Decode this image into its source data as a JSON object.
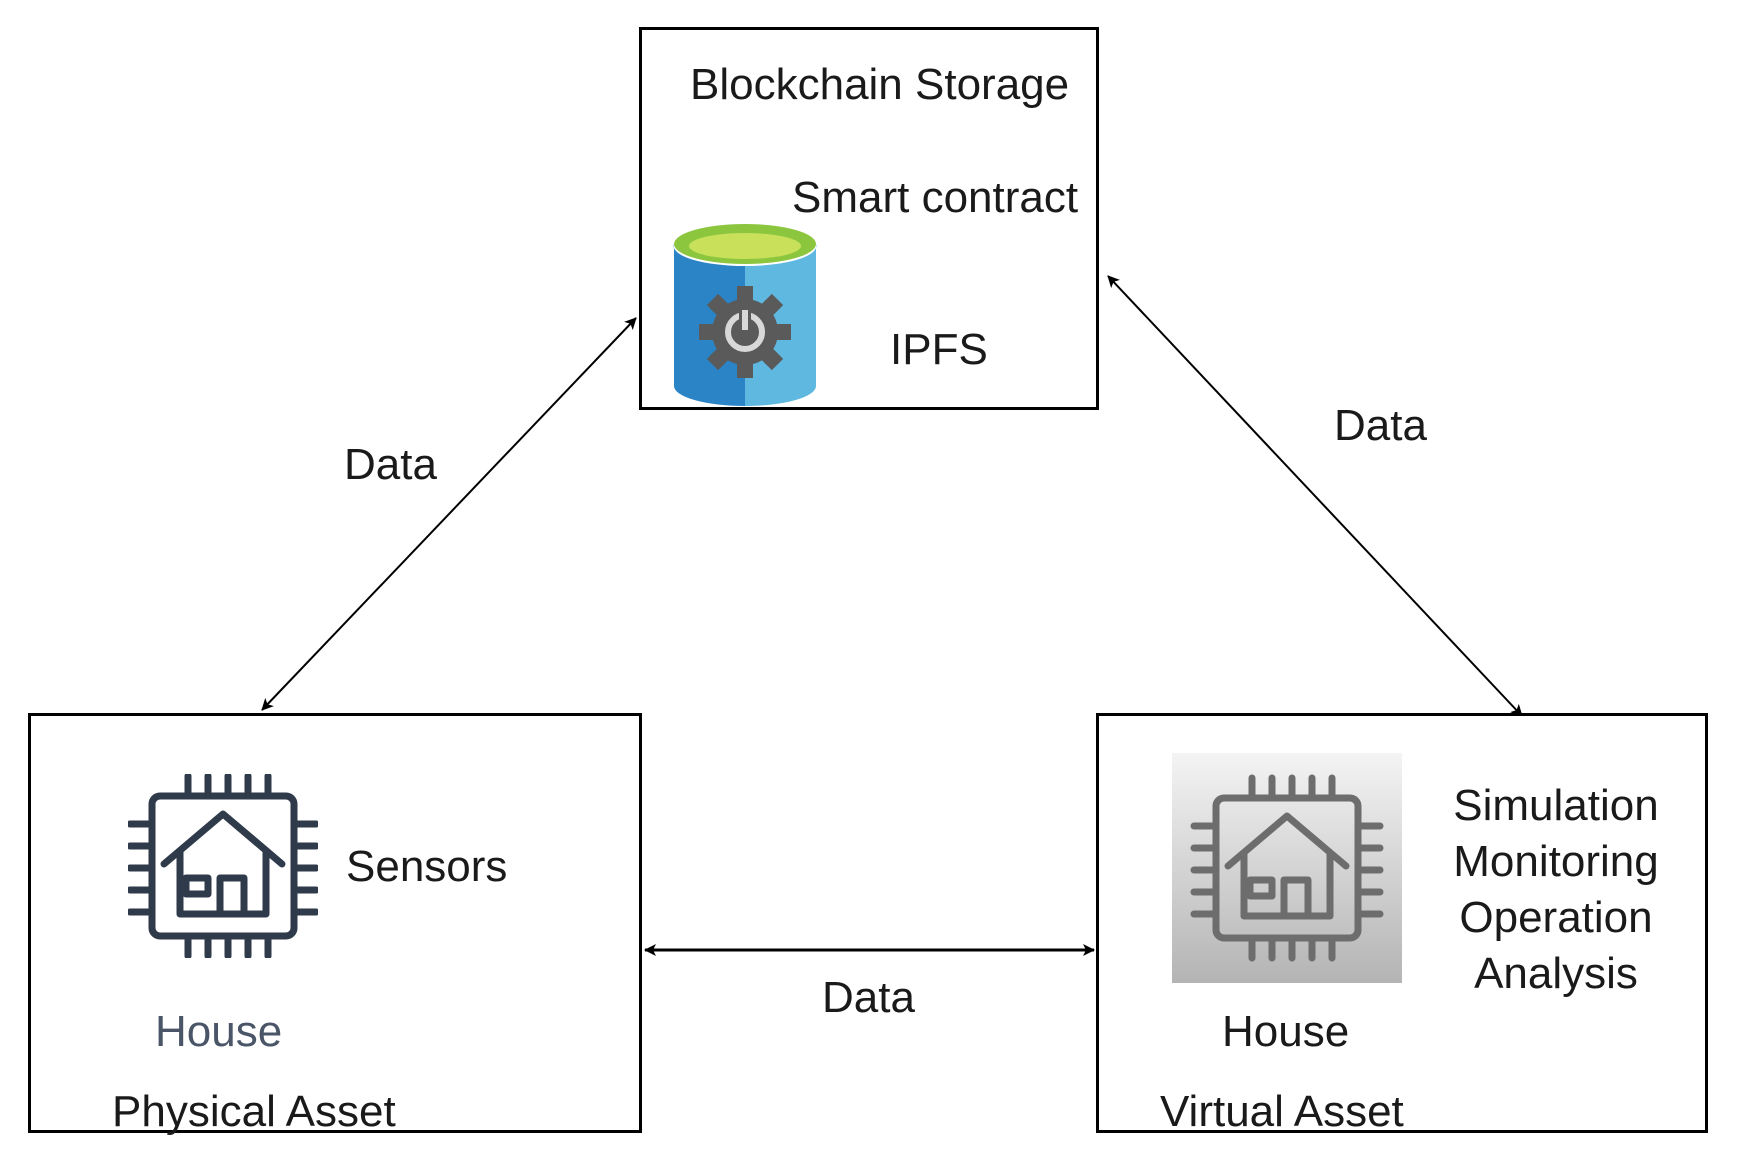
{
  "blockchain": {
    "title": "Blockchain Storage",
    "smart_contract": "Smart contract",
    "ipfs": "IPFS",
    "icon": "database-gear-icon"
  },
  "physical": {
    "sensors": "Sensors",
    "house": "House",
    "asset": "Physical Asset",
    "icon": "house-chip-icon"
  },
  "virtual": {
    "functions": "Simulation\nMonitoring\nOperation\nAnalysis",
    "house": "House",
    "asset": "Virtual Asset",
    "icon": "house-chip-icon"
  },
  "edges": {
    "left": "Data",
    "right": "Data",
    "bottom": "Data"
  },
  "colors": {
    "db_blue_dark": "#2b84c6",
    "db_blue_light": "#5fb8e0",
    "db_top": "#8cc63f",
    "gear": "#5a5a5a",
    "chip_dark": "#2f3a4a",
    "chip_gray": "#6d6d6d"
  }
}
